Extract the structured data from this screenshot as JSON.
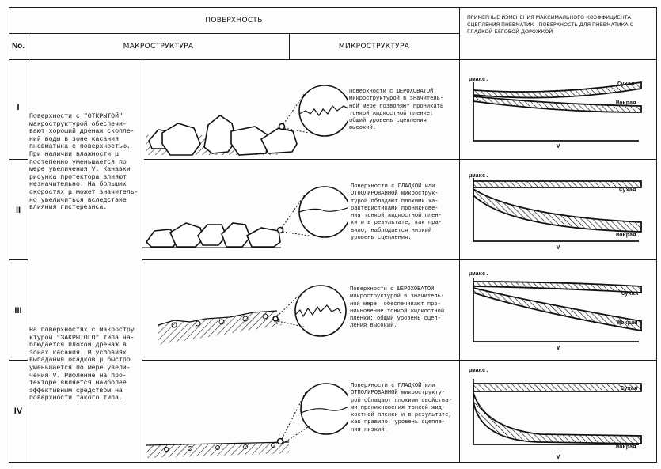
{
  "header": {
    "surface": "ПОВЕРХНОСТЬ",
    "no": "No.",
    "macro": "МАКРОСТРУКТУРА",
    "micro": "МИКРОСТРУКТУРА",
    "chart_column": "ПРИМЕРНЫЕ ИЗМЕНЕНИЯ МАКСИМАЛЬНОГО КОЭФФИЦИЕНТА СЦЕПЛЕНИЯ ПНЕВМАТИК - ПОВЕРХНОСТЬ ДЛЯ ПНЕВМАТИКА С ГЛАДКОЙ БЕГОВОЙ ДОРОЖКОЙ"
  },
  "macro_texts": [
    "Поверхности с \"ОТКРЫТОЙ\"\nмакроструктурой обеспечи-\nвают хороший дренаж скопле-\nний воды в зоне касания\nпневматика с поверхностью.\nПри наличии влажности μ\nпостепенно уменьшается по\nмере увеличения V. Канавки\nрисунка протектора влияют\nнезначительно. На больших\nскоростях μ может значитель-\nно увеличиться вследствие\nвлияния гистерезиса.",
    "На поверхностях с макростру\nктурой \"ЗАКРЫТОГО\" типа на-\nблюдается плохой дренаж в\nзонах касания. В условиях\nвыпадания осадков μ быстро\nуменьшается по мере увели-\nчения V. Рифление на про-\nтекторе является наиболее\nэффективным средством на\nповерхности такого типа."
  ],
  "rows": [
    {
      "no": "I",
      "micro": "Поверхности с ШЕРОХОВАТОЙ\nмикроструктурой в значитель-\nной мере позволяют проникать\nтонкой жидкостной пленке;\nобщий уровень сцепления\nвысокий."
    },
    {
      "no": "II",
      "micro": "Поверхности с ГЛАДКОЙ или\nОТПОЛИРОВАННОЙ микрострук-\nтурой обладают плохими ха-\nрактеристиками проникнове-\nния тонкой жидкостной плен-\nки и в результате, как пра-\nвило, наблюдается низкий\nуровень сцепления."
    },
    {
      "no": "III",
      "micro": "Поверхности с ШЕРОХОВАТОЙ\nмикроструктурой в значитель-\nной мере  обеспечивают про-\nникновение тонкой жидкостной\nпленки; общий уровень сцеп-\nления высокий."
    },
    {
      "no": "IV",
      "micro": "Поверхности с ГЛАДКОЙ или\nОТПОЛИРОВАННОЙ микрострукту-\nрой обладают плохими свойства-\nми проникновения тонкой жид-\nкостной пленки и в результате,\nкак правило, уровень сцепле-\nния низкий."
    }
  ],
  "chart_labels": {
    "y": "μмакс.",
    "x": "V",
    "dry": "Сухая",
    "wet": "Мокрая"
  }
}
